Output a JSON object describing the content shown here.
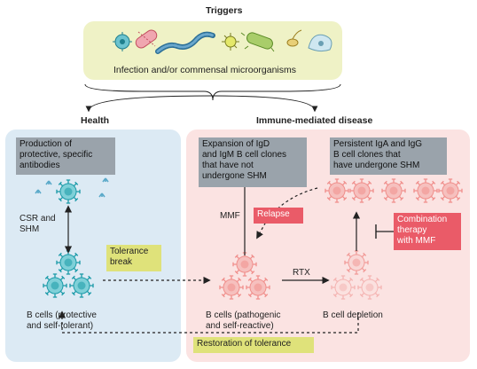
{
  "title": "Triggers",
  "triggers_caption": "Infection and/or commensal microorganisms",
  "health": {
    "title": "Health",
    "production_box": "Production of\nprotective, specific\nantibodies",
    "csr_label": "CSR and\nSHM",
    "bcells_label": "B cells (protective\nand self-tolerant)"
  },
  "disease": {
    "title": "Immune-mediated disease",
    "expansion_box": "Expansion of IgD\nand IgM B cell clones\nthat have not\nundergone SHM",
    "persistent_box": "Persistent IgA and IgG\nB cell clones that\nhave undergone SHM",
    "mmf_label": "MMF",
    "relapse_label": "Relapse",
    "combination_label": "Combination\ntherapy\nwith MMF",
    "rtx_label": "RTX",
    "bcells_label": "B cells (pathogenic\nand self-reactive)",
    "depletion_label": "B cell depletion"
  },
  "tolerance_break": "Tolerance\nbreak",
  "restoration": "Restoration of tolerance",
  "colors": {
    "health_bg": "#dceaf4",
    "disease_bg": "#fbe3e2",
    "triggers_bg": "#eff2c6",
    "teal_cell": "#1a9aa8",
    "pink_cell": "#f08f8c",
    "red_label": "#ea5b68",
    "gray_box": "#9aa3ab",
    "yellow_box": "#dfe27a"
  }
}
